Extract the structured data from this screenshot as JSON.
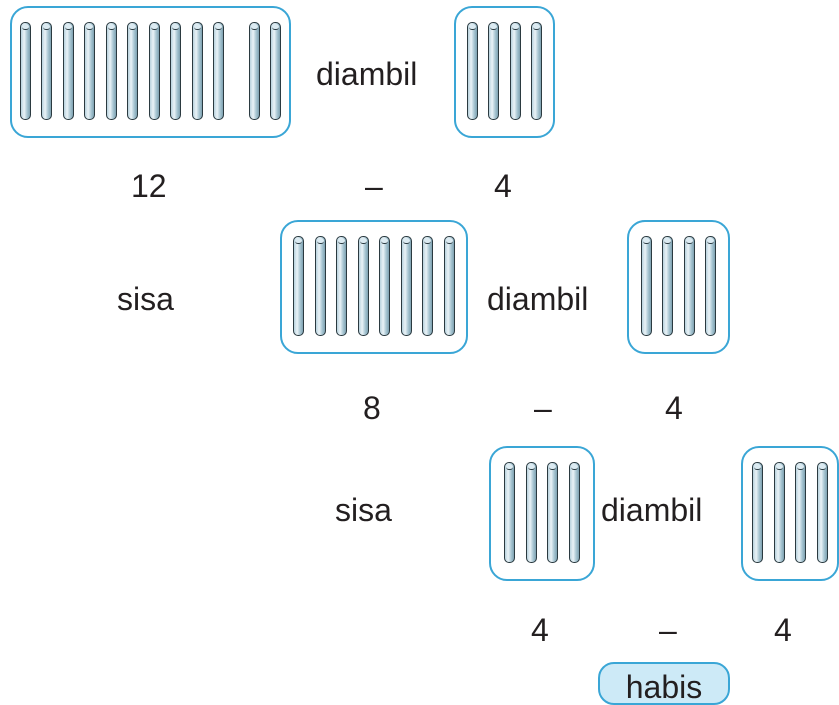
{
  "colors": {
    "box_border": "#3aa6d6",
    "badge_fill": "#cdeaf7",
    "text": "#231f20",
    "stick_fill": "#b9d3de"
  },
  "rows": [
    {
      "left_count": 12,
      "action": "diambil",
      "right_count": 4,
      "numbers": {
        "a": "12",
        "op": "–",
        "b": "4"
      }
    },
    {
      "prefix": "sisa",
      "left_count": 8,
      "action": "diambil",
      "right_count": 4,
      "numbers": {
        "a": "8",
        "op": "–",
        "b": "4"
      }
    },
    {
      "prefix": "sisa",
      "left_count": 4,
      "action": "diambil",
      "right_count": 4,
      "numbers": {
        "a": "4",
        "op": "–",
        "b": "4"
      }
    }
  ],
  "result": "habis"
}
